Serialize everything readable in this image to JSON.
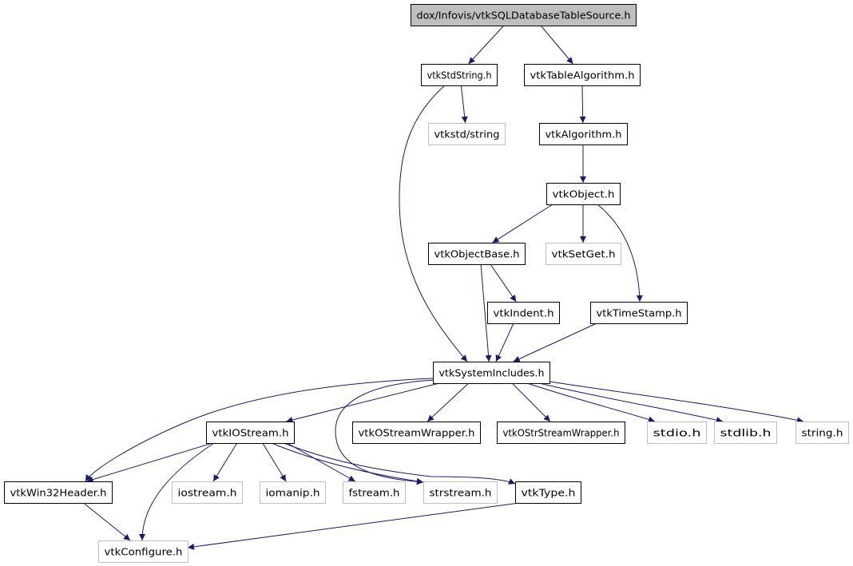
{
  "title": "dox/Infovis/vtkSQLDatabaseTableSource.h",
  "colors": {
    "edge": "#191970",
    "node_border": "#000000",
    "external_border": "#bfbfbf",
    "root_fill": "#bfbfbf"
  },
  "nodes": [
    {
      "id": "root",
      "label": "dox/Infovis/vtkSQLDatabaseTableSource.h",
      "kind": "root"
    },
    {
      "id": "stdstring",
      "label": "vtkStdString.h",
      "kind": "internal"
    },
    {
      "id": "tablealg",
      "label": "vtkTableAlgorithm.h",
      "kind": "internal"
    },
    {
      "id": "vtkstdstring",
      "label": "vtkstd/string",
      "kind": "external"
    },
    {
      "id": "algorithm",
      "label": "vtkAlgorithm.h",
      "kind": "internal"
    },
    {
      "id": "object",
      "label": "vtkObject.h",
      "kind": "internal"
    },
    {
      "id": "objectbase",
      "label": "vtkObjectBase.h",
      "kind": "internal"
    },
    {
      "id": "setget",
      "label": "vtkSetGet.h",
      "kind": "external"
    },
    {
      "id": "indent",
      "label": "vtkIndent.h",
      "kind": "internal"
    },
    {
      "id": "timestamp",
      "label": "vtkTimeStamp.h",
      "kind": "internal"
    },
    {
      "id": "sysinc",
      "label": "vtkSystemIncludes.h",
      "kind": "internal"
    },
    {
      "id": "iostreamh",
      "label": "vtkIOStream.h",
      "kind": "internal"
    },
    {
      "id": "ostreamwrap",
      "label": "vtkOStreamWrapper.h",
      "kind": "internal"
    },
    {
      "id": "ostrstreamwrap",
      "label": "vtkOStrStreamWrapper.h",
      "kind": "internal"
    },
    {
      "id": "stdio",
      "label": "stdio.h",
      "kind": "external"
    },
    {
      "id": "stdlib",
      "label": "stdlib.h",
      "kind": "external"
    },
    {
      "id": "string",
      "label": "string.h",
      "kind": "external"
    },
    {
      "id": "win32",
      "label": "vtkWin32Header.h",
      "kind": "internal"
    },
    {
      "id": "iostream",
      "label": "iostream.h",
      "kind": "external"
    },
    {
      "id": "iomanip",
      "label": "iomanip.h",
      "kind": "external"
    },
    {
      "id": "fstream",
      "label": "fstream.h",
      "kind": "external"
    },
    {
      "id": "strstream",
      "label": "strstream.h",
      "kind": "external"
    },
    {
      "id": "type",
      "label": "vtkType.h",
      "kind": "internal"
    },
    {
      "id": "configure",
      "label": "vtkConfigure.h",
      "kind": "external"
    }
  ],
  "edges": [
    [
      "root",
      "stdstring"
    ],
    [
      "root",
      "tablealg"
    ],
    [
      "stdstring",
      "vtkstdstring"
    ],
    [
      "stdstring",
      "sysinc"
    ],
    [
      "tablealg",
      "algorithm"
    ],
    [
      "algorithm",
      "object"
    ],
    [
      "object",
      "objectbase"
    ],
    [
      "object",
      "setget"
    ],
    [
      "object",
      "timestamp"
    ],
    [
      "objectbase",
      "indent"
    ],
    [
      "objectbase",
      "sysinc"
    ],
    [
      "indent",
      "sysinc"
    ],
    [
      "timestamp",
      "sysinc"
    ],
    [
      "sysinc",
      "iostreamh"
    ],
    [
      "sysinc",
      "ostreamwrap"
    ],
    [
      "sysinc",
      "ostrstreamwrap"
    ],
    [
      "sysinc",
      "stdio"
    ],
    [
      "sysinc",
      "stdlib"
    ],
    [
      "sysinc",
      "string"
    ],
    [
      "sysinc",
      "win32"
    ],
    [
      "sysinc",
      "strstream"
    ],
    [
      "iostreamh",
      "win32"
    ],
    [
      "iostreamh",
      "iostream"
    ],
    [
      "iostreamh",
      "iomanip"
    ],
    [
      "iostreamh",
      "fstream"
    ],
    [
      "iostreamh",
      "strstream"
    ],
    [
      "iostreamh",
      "type"
    ],
    [
      "iostreamh",
      "configure"
    ],
    [
      "win32",
      "configure"
    ],
    [
      "type",
      "configure"
    ]
  ]
}
